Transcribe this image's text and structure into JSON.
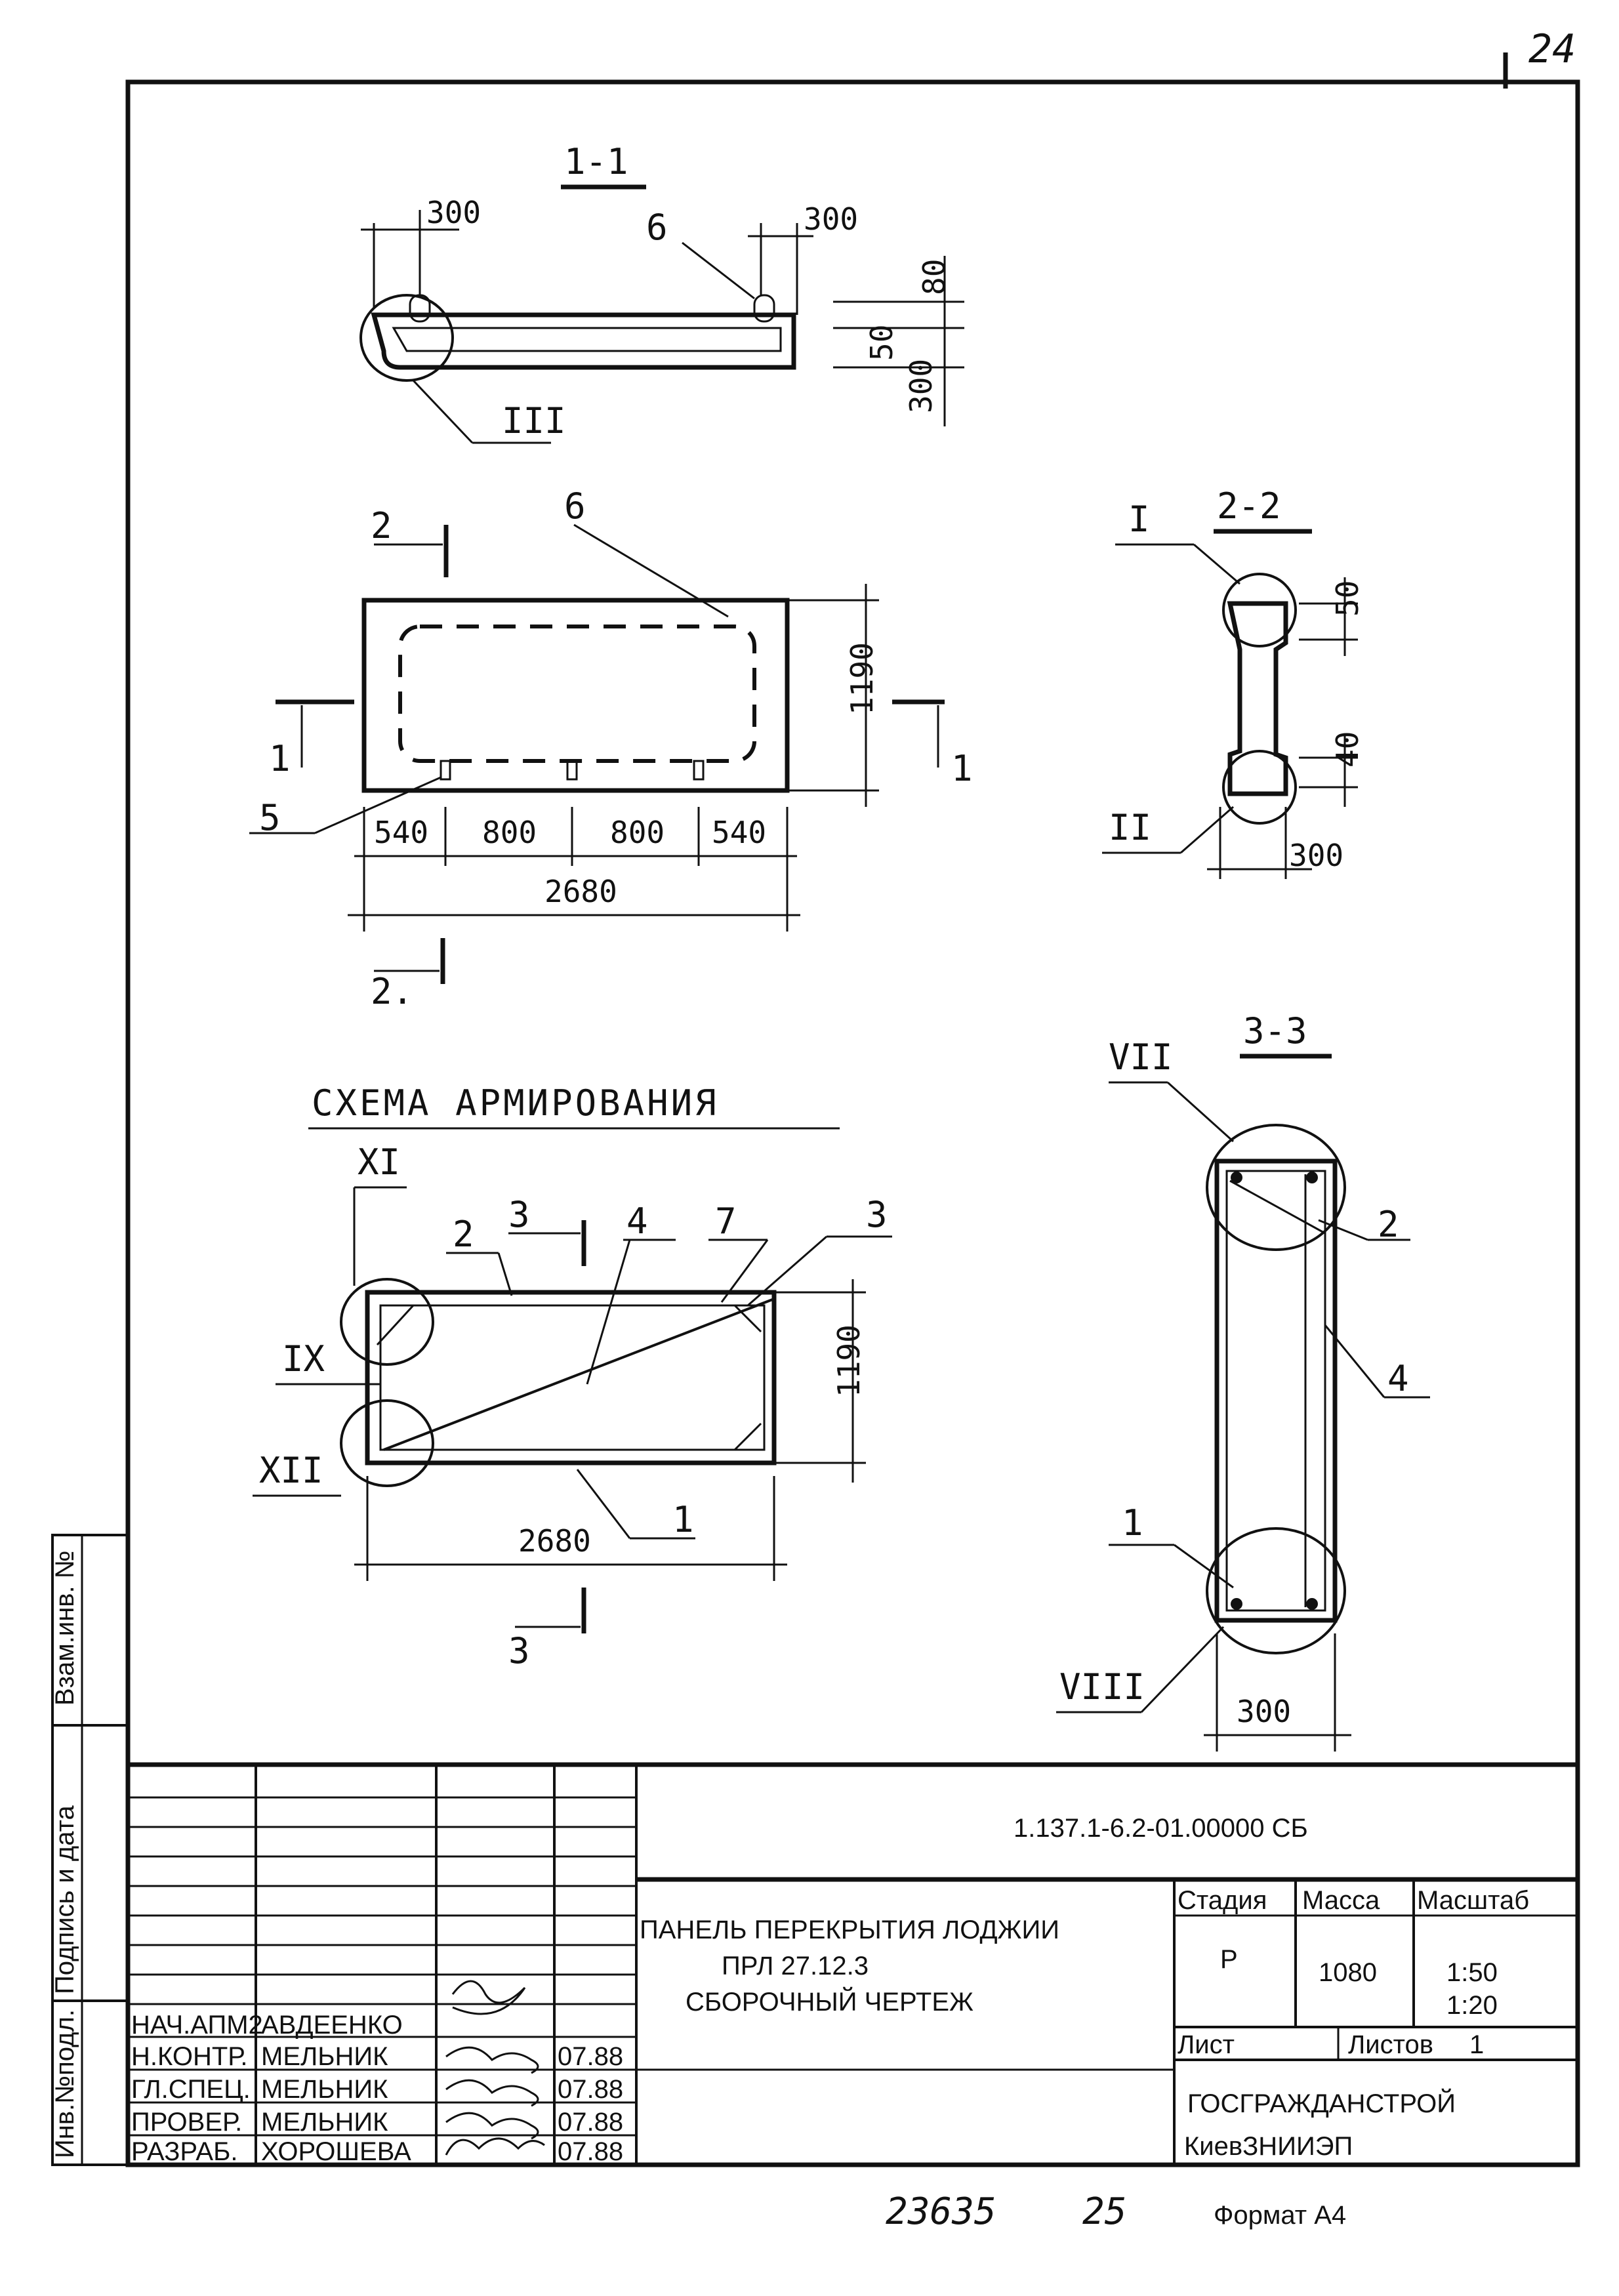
{
  "page_number": "24",
  "section_1": {
    "title": "1-1",
    "dim_left": "300",
    "dim_right": "300",
    "marker_6": "6",
    "dim_80": "80",
    "dim_50": "50",
    "dim_300": "300",
    "detail_3": "III"
  },
  "plan": {
    "marker_6": "6",
    "marker_5": "5",
    "dims": [
      "540",
      "800",
      "800",
      "540"
    ],
    "overall": "2680",
    "height": "1190",
    "cut_2_top": "2",
    "cut_2_bottom": "2.",
    "cut_1_left": "1",
    "cut_1_right": "1"
  },
  "section_2": {
    "title": "2-2",
    "detail_1": "I",
    "detail_2": "II",
    "dim_50": "50",
    "dim_40": "40",
    "dim_300": "300"
  },
  "scheme": {
    "title": "СХЕМА АРМИРОВАНИЯ",
    "detail_11": "XI",
    "detail_9": "IX",
    "detail_12": "XII",
    "markers": [
      "2",
      "4",
      "7",
      "3",
      "1"
    ],
    "cut_3_top": "3",
    "cut_3_bottom": "3",
    "height": "1190",
    "overall": "2680"
  },
  "section_3": {
    "title": "3-3",
    "detail_7": "VII",
    "detail_8": "VIII",
    "marker_2": "2",
    "marker_4": "4",
    "marker_1": "1",
    "dim_300": "300"
  },
  "side_stamp": {
    "cell_1": "Взам.инв. №",
    "cell_2": "Подпись и дата",
    "cell_3": "Инв.№подл."
  },
  "title_block": {
    "doc_code": "1.137.1-6.2-01.00000 СБ",
    "title_line_1": "ПАНЕЛЬ ПЕРЕКРЫТИЯ ЛОДЖИИ",
    "title_line_2": "ПРЛ 27.12.3",
    "title_line_3": "СБОРОЧНЫЙ ЧЕРТЕЖ",
    "stage_header": "Стадия",
    "mass_header": "Масса",
    "scale_header": "Масштаб",
    "stage": "Р",
    "mass": "1080",
    "scale_1": "1:50",
    "scale_2": "1:20",
    "sheet_label": "Лист",
    "sheets_label": "Листов",
    "sheets_value": "1",
    "org_1": "ГОСГРАЖДАНСТРОЙ",
    "org_2": "КиевЗНИИЭП",
    "signers": [
      {
        "role": "НАЧ.АПМ2",
        "name": "АВДЕЕНКО",
        "date": ""
      },
      {
        "role": "Н.КОНТР.",
        "name": "МЕЛЬНИК",
        "date": "07.88"
      },
      {
        "role": "ГЛ.СПЕЦ.",
        "name": "МЕЛЬНИК",
        "date": "07.88"
      },
      {
        "role": "ПРОВЕР.",
        "name": "МЕЛЬНИК",
        "date": "07.88"
      },
      {
        "role": "РАЗРАБ.",
        "name": "ХОРОШЕВА",
        "date": "07.88"
      }
    ]
  },
  "footer": {
    "number_1": "23635",
    "number_2": "25",
    "format": "Формат А4"
  }
}
